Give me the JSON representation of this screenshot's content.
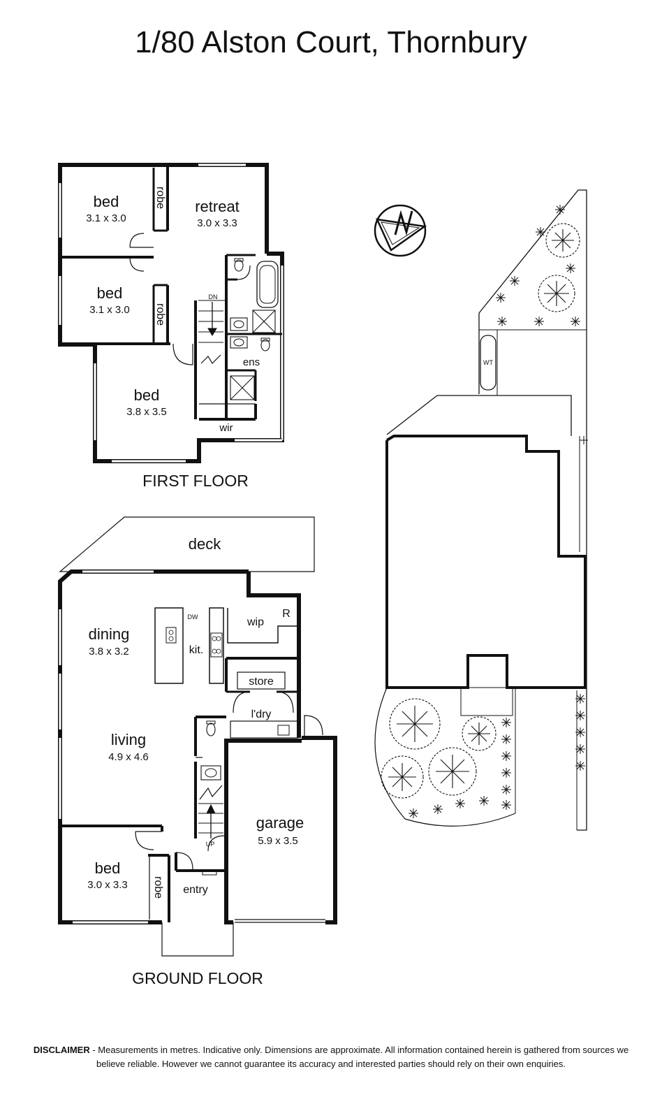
{
  "title": "1/80 Alston Court, Thornbury",
  "first_floor": {
    "label": "FIRST FLOOR",
    "rooms": {
      "bed1": {
        "name": "bed",
        "dims": "3.1 x 3.0"
      },
      "bed2": {
        "name": "bed",
        "dims": "3.1 x 3.0"
      },
      "bed3": {
        "name": "bed",
        "dims": "3.8 x 3.5"
      },
      "retreat": {
        "name": "retreat",
        "dims": "3.0 x 3.3"
      },
      "ens": "ens",
      "wir": "wir",
      "robe1": "robe",
      "robe2": "robe"
    },
    "stair_label": "DN"
  },
  "ground_floor": {
    "label": "GROUND FLOOR",
    "rooms": {
      "deck": "deck",
      "dining": {
        "name": "dining",
        "dims": "3.8 x 3.2"
      },
      "living": {
        "name": "living",
        "dims": "4.9 x 4.6"
      },
      "kitchen": "kit.",
      "wip": "wip",
      "fridge": "R",
      "dw": "DW",
      "store": "store",
      "laundry": "l'dry",
      "garage": {
        "name": "garage",
        "dims": "5.9 x 3.5"
      },
      "bed": {
        "name": "bed",
        "dims": "3.0 x 3.3"
      },
      "robe": "robe",
      "entry": "entry"
    },
    "stair_label": "UP"
  },
  "site": {
    "water_tank": "WT",
    "compass": "N"
  },
  "disclaimer": {
    "heading": "DISCLAIMER",
    "text": " - Measurements in metres. Indicative only. Dimensions are approximate. All information contained herein is gathered from sources we believe reliable. However we cannot guarantee its accuracy and interested parties should rely on their own enquiries."
  }
}
